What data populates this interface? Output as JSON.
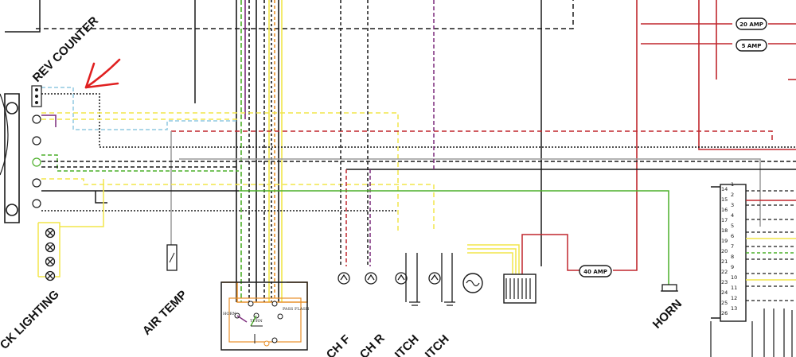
{
  "labels": {
    "rev_counter": "REV COUNTER",
    "clock_lighting": "CK LIGHTING",
    "air_temp": "AIR TEMP",
    "horn": "HORN",
    "switch_f": "CH F",
    "switch_r": "CH R",
    "switch_3": "ITCH",
    "switch_4": "ITCH"
  },
  "switch_block": {
    "horn": "HORN",
    "turn": "TURN",
    "pass": "PASS",
    "flash": "FLASH"
  },
  "fuses": {
    "fuse_20": "20 AMP",
    "fuse_5": "5 AMP",
    "fuse_40": "40 AMP"
  },
  "connector_pins": [
    "14",
    "15",
    "16",
    "17",
    "18",
    "19",
    "20",
    "21",
    "22",
    "23",
    "24",
    "25",
    "26"
  ],
  "connector_sub": [
    "1",
    "2",
    "3",
    "4",
    "5",
    "6",
    "7",
    "8",
    "9",
    "10",
    "11",
    "12",
    "13"
  ],
  "wire_colors": {
    "red": "#c0272d",
    "yellow": "#f2e64a",
    "green": "#4caf2a",
    "light_blue": "#8fc8e0",
    "purple": "#7b2a7b",
    "black": "#1a1a1a",
    "grey": "#9a9a9a",
    "orange": "#e8902a",
    "annotation_red": "#e02020"
  }
}
